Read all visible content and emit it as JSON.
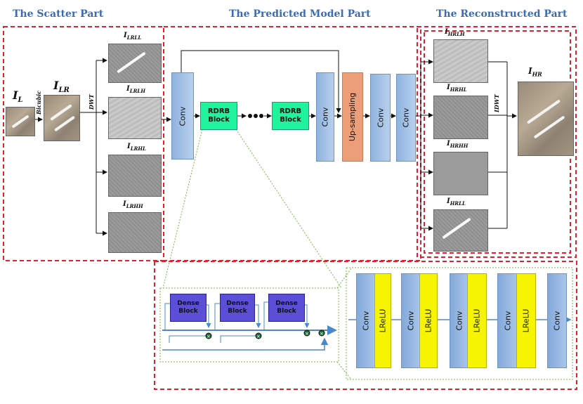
{
  "sections": {
    "scatter": "The Scatter Part",
    "predicted": "The Predicted Model Part",
    "reconstructed": "The Reconstructed Part"
  },
  "images": {
    "il": "I",
    "il_sub": "L",
    "ilr": "I",
    "ilr_sub": "LR",
    "lrll": "I",
    "lrll_sub": "LRLL",
    "lrlh": "I",
    "lrlh_sub": "LRLH",
    "lrhl": "I",
    "lrhl_sub": "LRHL",
    "lrhh": "I",
    "lrhh_sub": "LRHH",
    "hrlh": "I",
    "hrlh_sub": "HRLH",
    "hrhl": "I",
    "hrhl_sub": "HRHL",
    "hrhh": "I",
    "hrhh_sub": "HRHH",
    "hrll": "I",
    "hrll_sub": "HRLL",
    "ihr": "I",
    "ihr_sub": "HR"
  },
  "ops": {
    "bicubic": "Bicubic",
    "dwt": "DWT",
    "idwt": "IDWT"
  },
  "blocks": {
    "conv": "Conv",
    "rdrb_line1": "RDRB",
    "rdrb_line2": "Block",
    "upsampling": "Up-sampling",
    "dense_line1": "Dense",
    "dense_line2": "Block",
    "lrelu": "LReLU"
  },
  "colors": {
    "section_title": "#3a6cb4",
    "dashed_red": "#e0202a",
    "dashed_green": "#7ab648",
    "conv": "#a4c2e6",
    "rdrb": "#21f29c",
    "upsampling": "#ec9e78",
    "dense": "#5a4fd6",
    "lrelu": "#f6f400",
    "flow_arrow": "#4a89c8"
  }
}
